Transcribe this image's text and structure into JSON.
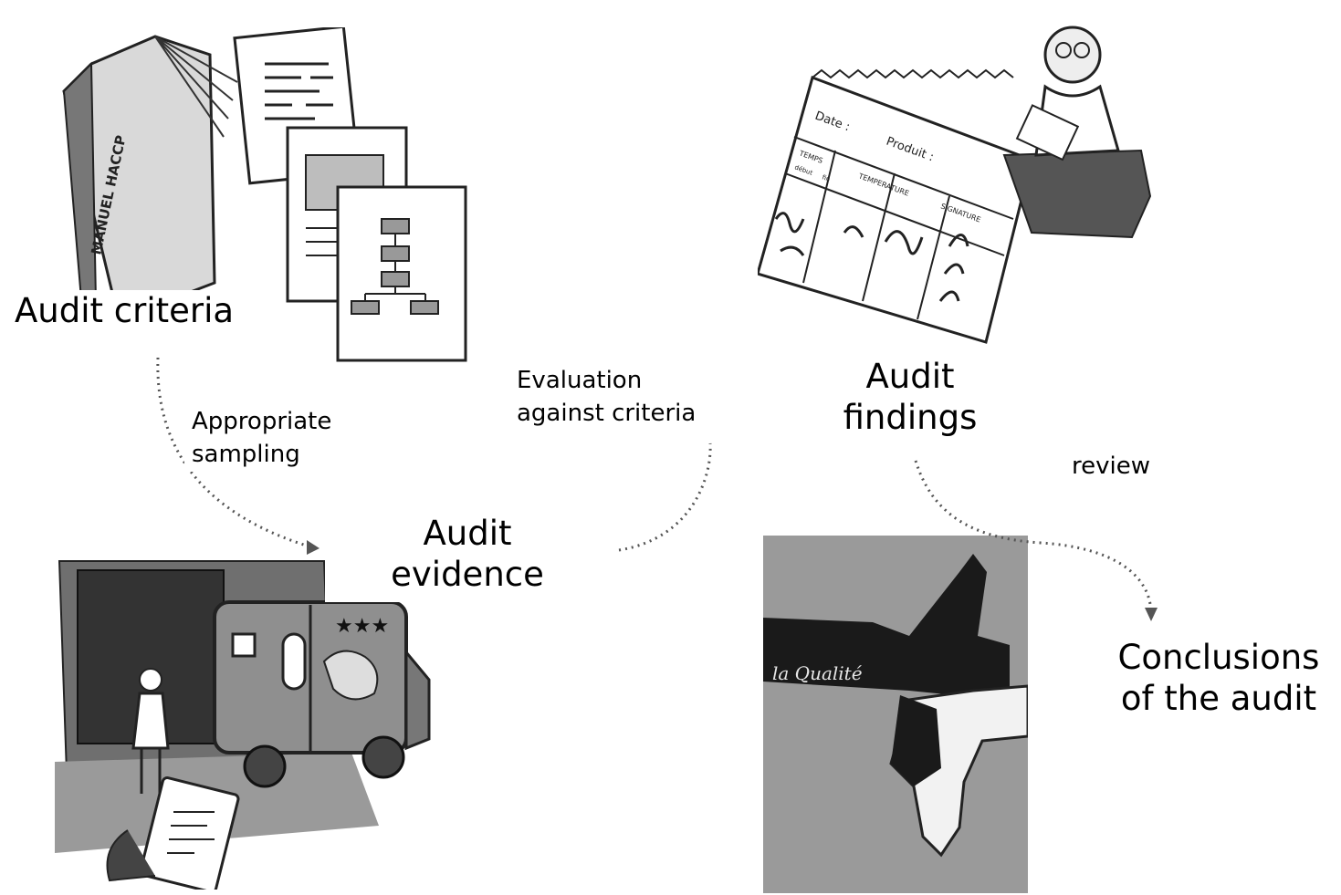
{
  "labels": {
    "criteria": "Audit criteria",
    "sampling": [
      "Appropriate",
      "sampling"
    ],
    "evaluation": [
      "Evaluation",
      "against criteria"
    ],
    "findings": [
      "Audit",
      "findings"
    ],
    "review": "review",
    "evidence": [
      "Audit",
      "evidence"
    ],
    "conclusions": [
      "Conclusions",
      "of the audit"
    ]
  },
  "sheet": {
    "date": "Date :",
    "produit": "Produit :",
    "temps": "TEMPS",
    "temperature": "TEMPERATURE",
    "signature": "SIGNATURE",
    "debut": "début",
    "fin": "fin"
  },
  "book_title": "MANUEL HACCP",
  "truck_stars": "★★★",
  "photo_text": "la Qualité",
  "colors": {
    "ink": "#000000",
    "arrow": "#555555",
    "photo_bg": "#9a9a9a",
    "truck": "#8f8f8f"
  }
}
